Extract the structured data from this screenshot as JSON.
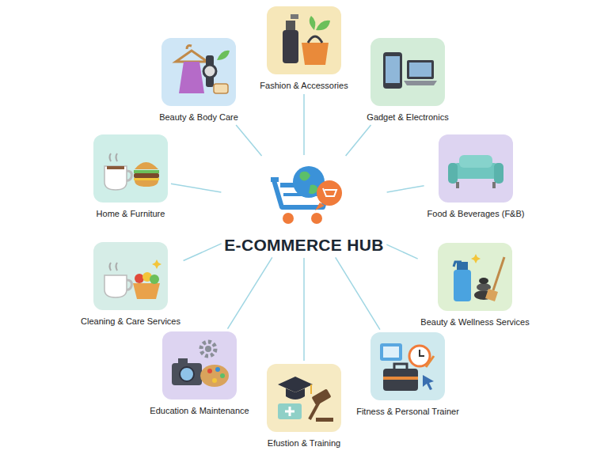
{
  "diagram": {
    "nodes": [
      {
        "text": [
          "E-COMMERCE HUB"
        ]
      },
      {
        "text": [
          "Fashion & Accessories"
        ]
      },
      {
        "text": [
          "Gadget & Electronics"
        ]
      },
      {
        "text": [
          "Food & Beverages (F&B)"
        ]
      },
      {
        "text": [
          "Beauty & Wellness Services"
        ]
      },
      {
        "text": [
          "Fitness & Personal Trainer"
        ]
      },
      {
        "text": [
          "Efustion & Training"
        ]
      },
      {
        "text": [
          "Education & Maintenance"
        ]
      },
      {
        "text": [
          "Cleaning & Care Services"
        ]
      },
      {
        "text": [
          "Home & Furniture"
        ]
      },
      {
        "text": [
          "Beauty & Body Care"
        ]
      }
    ],
    "edges": [
      {
        "from": 0,
        "to": 1,
        "arrow": "none"
      },
      {
        "from": 0,
        "to": 2,
        "arrow": "none"
      },
      {
        "from": 0,
        "to": 3,
        "arrow": "none"
      },
      {
        "from": 0,
        "to": 4,
        "arrow": "none"
      },
      {
        "from": 0,
        "to": 5,
        "arrow": "none"
      },
      {
        "from": 0,
        "to": 6,
        "arrow": "none"
      },
      {
        "from": 0,
        "to": 7,
        "arrow": "none"
      },
      {
        "from": 0,
        "to": 8,
        "arrow": "none"
      },
      {
        "from": 0,
        "to": 9,
        "arrow": "none"
      },
      {
        "from": 0,
        "to": 10,
        "arrow": "none"
      }
    ]
  }
}
